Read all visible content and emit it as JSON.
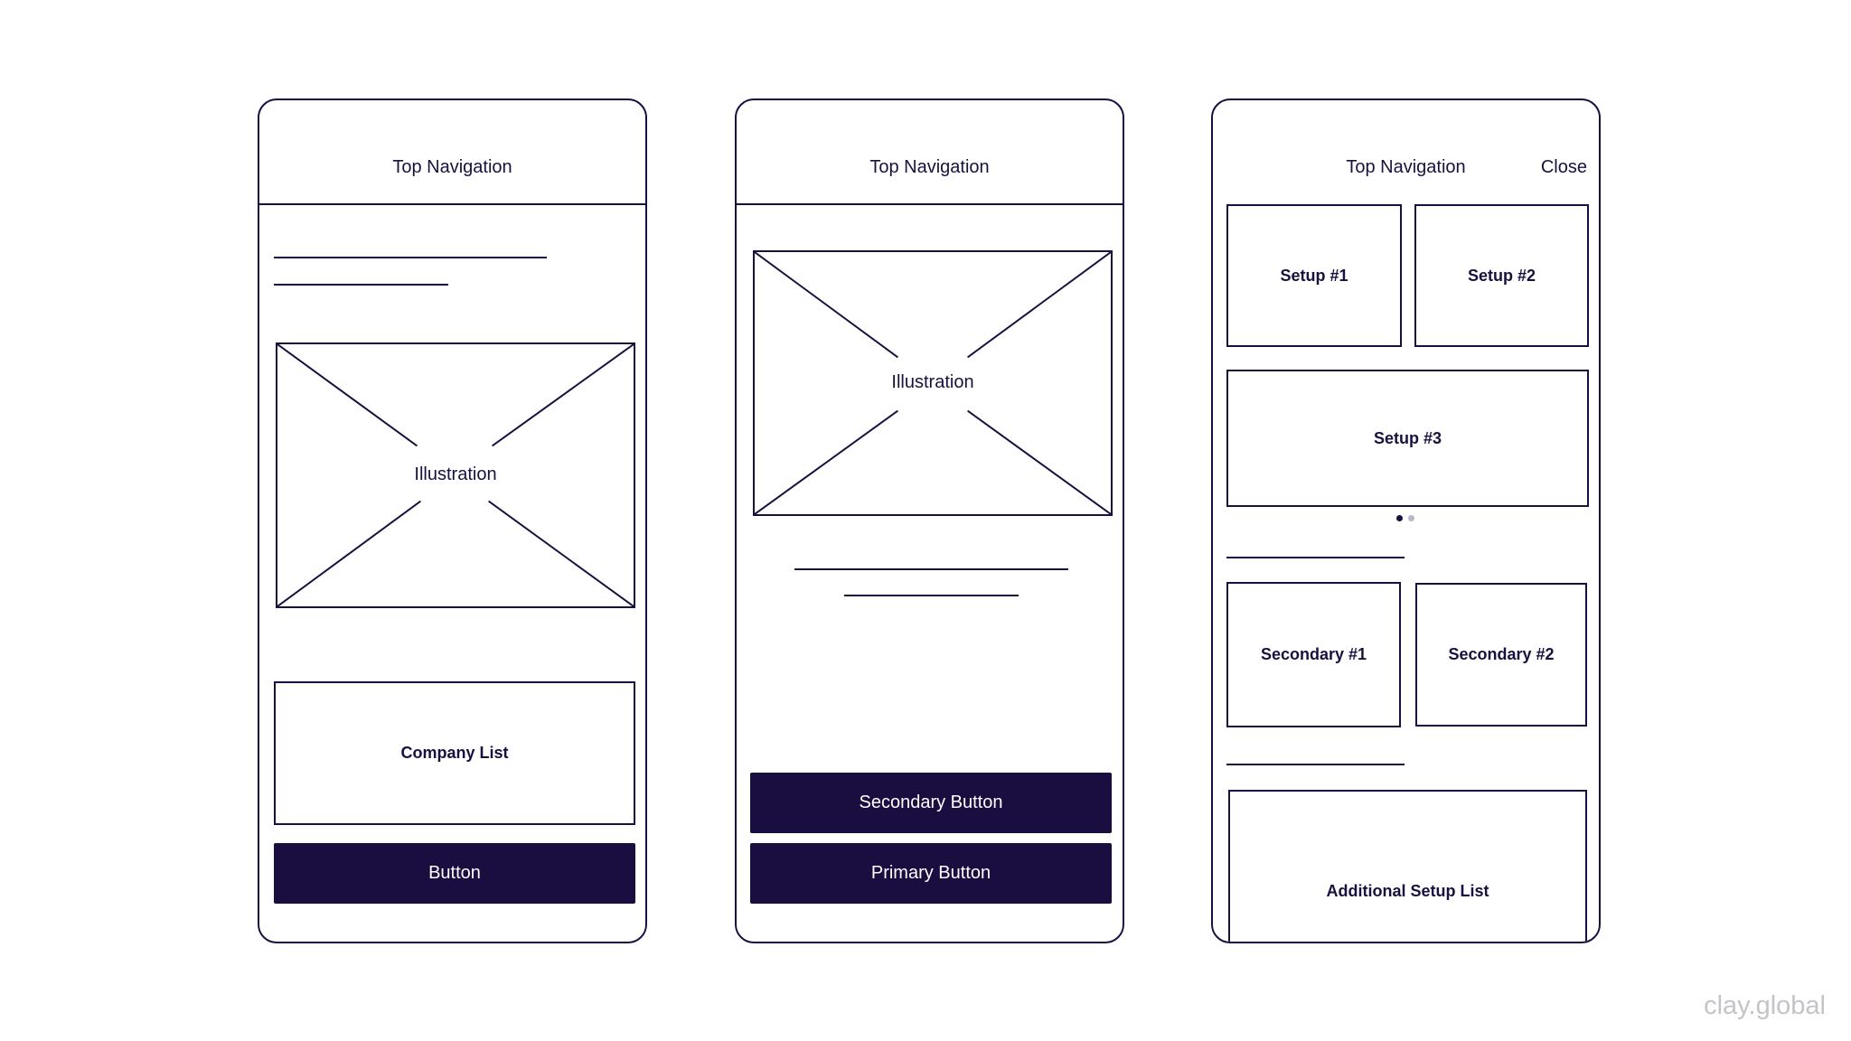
{
  "screens": [
    {
      "nav_title": "Top Navigation",
      "illustration_label": "Illustration",
      "company_list_label": "Company List",
      "button_label": "Button"
    },
    {
      "nav_title": "Top Navigation",
      "illustration_label": "Illustration",
      "secondary_button_label": "Secondary Button",
      "primary_button_label": "Primary Button"
    },
    {
      "nav_title": "Top Navigation",
      "close_label": "Close",
      "setup_cards": [
        "Setup #1",
        "Setup #2",
        "Setup #3"
      ],
      "carousel": {
        "total": 2,
        "active": 1
      },
      "secondary_cards": [
        "Secondary #1",
        "Secondary #2"
      ],
      "additional_label": "Additional Setup List"
    }
  ],
  "watermark": "clay.global",
  "colors": {
    "ink": "#1a1040",
    "button_fill": "#1a0d40",
    "button_text": "#ffffff",
    "inactive_dot": "#b8b6c8",
    "watermark": "#c4c4c8"
  }
}
